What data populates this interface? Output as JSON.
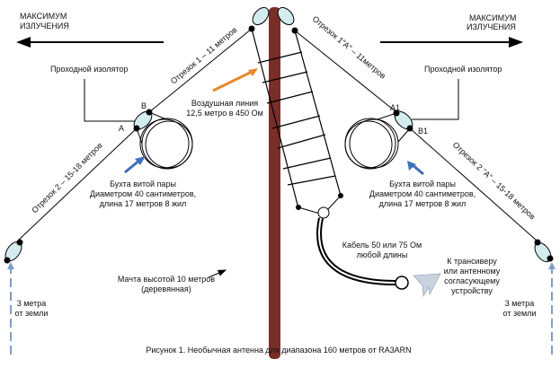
{
  "labels": {
    "max_left_1": "МАКСИМУМ",
    "max_left_2": "ИЗЛУЧЕНИЯ",
    "max_right_1": "МАКСИМУМ",
    "max_right_2": "ИЗЛУЧЕНИЯ",
    "insulator_left": "Проходной изолятор",
    "insulator_right": "Проходной изолятор",
    "point_a": "A",
    "point_b": "B",
    "point_a1": "A1",
    "point_b1": "B1",
    "segment1_left": "Отрезок 1 – 11 метров",
    "segment2_left": "Отрезок 2 – 15-18 метров",
    "segment1_right": "Отрезок 1\"А\" – 11метров",
    "segment2_right": "Отрезок 2 \"А\" – 15-18 метров",
    "air_line_1": "Воздушная линия",
    "air_line_2": "12,5 метро в 450 Ом",
    "coil_left_1": "Бухта витой пары",
    "coil_left_2": "Диаметром 40 сантиметров,",
    "coil_left_3": "длина 17 метров 8 жил",
    "coil_right_1": "Бухта витой пары",
    "coil_right_2": "Диаметром 40 сантиметров,",
    "coil_right_3": "длина 17 метров 8 жил",
    "cable_1": "Кабель 50 или 75 Ом",
    "cable_2": "любой длины",
    "trx_1": "К трансиверу",
    "trx_2": "или антенному",
    "trx_3": "согласующему",
    "trx_4": "устройству",
    "mast_1": "Мачта высотой 10 метров",
    "mast_2": "(деревянная)",
    "ground_left_1": "3 метра",
    "ground_left_2": "от земли",
    "ground_right_1": "3 метра",
    "ground_right_2": "от земли",
    "caption": "Рисунок 1. Необычная антенна для диапазона 160 метров от RA3ARN"
  },
  "colors": {
    "mast": "#7a2e28",
    "insulator": "#d4ecef",
    "orange_arrow": "#e8892a",
    "blue_arrow": "#3f6fb8",
    "dashed": "#7f9cc8"
  }
}
